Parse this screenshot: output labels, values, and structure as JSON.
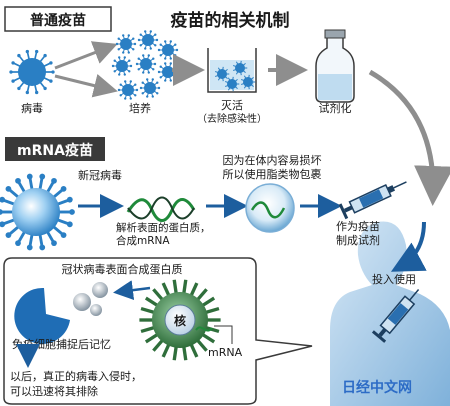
{
  "title": "疫苗的相关机制",
  "conventional": {
    "heading": "普通疫苗",
    "steps": {
      "virus": "病毒",
      "culture": "培养",
      "inactivate": "灭活",
      "inactivate_note": "（去除感染性）",
      "formulate": "试剂化"
    }
  },
  "mrna": {
    "heading": "mRNA疫苗",
    "virus": "新冠病毒",
    "analyze_line1": "解析表面的蛋白质，",
    "analyze_line2": "合成mRNA",
    "wrap_line1": "因为在体内容易损坏",
    "wrap_line2": "所以使用脂类物包裹",
    "formulate_line1": "作为疫苗",
    "formulate_line2": "制成试剂",
    "inject": "投入使用"
  },
  "inset": {
    "synth": "冠状病毒表面合成蛋白质",
    "nucleus": "核",
    "mrna_tag": "mRNA",
    "immune": "免疫细胞捕捉后记忆",
    "later_line1": "以后，真正的病毒入侵时，",
    "later_line2": "可以迅速将其排除"
  },
  "watermark": "日经中文网",
  "colors": {
    "section_box": "#3a3a3a",
    "virus_blue": "#2a7fc4",
    "arrow_gray": "#8e8e8e",
    "arrow_blue": "#1d5e9e",
    "cell_green": "#3a7a45",
    "watermark_blue": "#2d6cc6"
  }
}
